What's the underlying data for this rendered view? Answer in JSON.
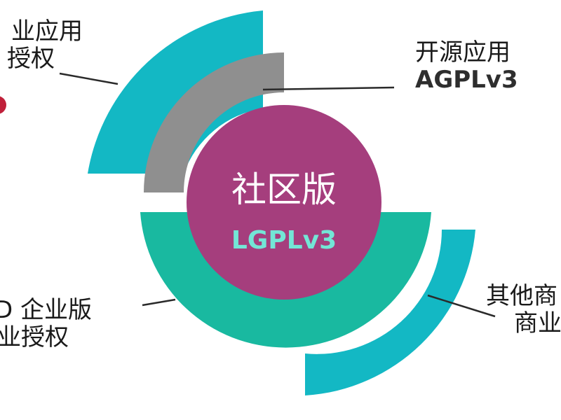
{
  "colors": {
    "teal": "#13b8c4",
    "gray": "#8f8f8f",
    "green": "#19b9a0",
    "magenta": "#a53e7d",
    "center_sub_text": "#73e6d6",
    "red_dot": "#c0203a",
    "line": "#2a2a2a"
  },
  "center": {
    "title": "社区版",
    "subtitle": "LGPLv3"
  },
  "labels": {
    "top_left": {
      "line1": "业应用",
      "line2": "授权"
    },
    "top_right": {
      "line1": "开源应用",
      "line2": "AGPLv3"
    },
    "bottom_left": {
      "line1": "D 企业版",
      "line2": "业授权"
    },
    "bottom_right": {
      "line1": "其他商",
      "line2": "商业"
    }
  }
}
